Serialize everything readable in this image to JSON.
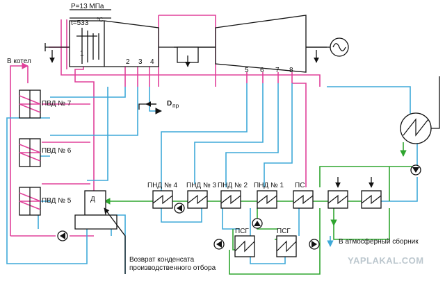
{
  "labels": {
    "pressure": "P=13 МПа",
    "temperature": "t=533",
    "temperature_unit": "°C",
    "to_boiler": "В котел",
    "pvd7": "ПВД № 7",
    "pvd6": "ПВД № 6",
    "pvd5": "ПВД № 5",
    "deaerator": "Д",
    "d_pr": "D",
    "d_pr_sub": "пр",
    "pnd4": "ПНД № 4",
    "pnd3": "ПНД № 3",
    "pnd2": "ПНД № 2",
    "pnd1": "ПНД № 1",
    "ps": "ПС",
    "psg_left": "ПСГ",
    "psg_right": "ПСГ",
    "to_atm_collector": "В атмосферный сборник",
    "condensate_return_line1": "Возврат конденсата",
    "condensate_return_line2": "производственного отбора",
    "watermark": "YAPLAKAL.COM"
  },
  "extraction_numbers": [
    "1",
    "2",
    "3",
    "4",
    "5",
    "6",
    "7",
    "8"
  ],
  "colors": {
    "steam_lines": "#e0409a",
    "cooling_water": "#3ea9d8",
    "heating_network": "#2fa52f",
    "equipment": "#111111"
  },
  "icons": {
    "generator": "generator-icon",
    "condenser": "condenser-icon",
    "pump": "pump-icon"
  }
}
